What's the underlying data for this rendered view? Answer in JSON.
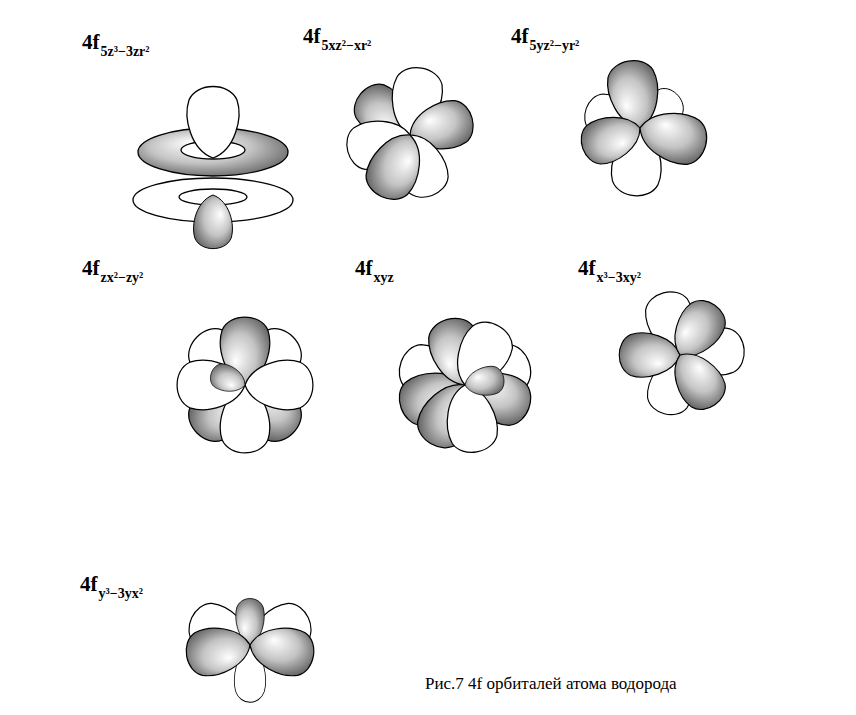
{
  "diagram": {
    "caption": "Рис.7 4f орбиталей атома водорода",
    "labels": [
      "4f",
      "5z³−3zr²",
      "4f",
      "5xz²−xr²",
      "4f",
      "5yz²−yr²",
      "4f",
      "zx²−zy²",
      "4f",
      "xyz",
      "4f",
      "x³−3xy²",
      "4f",
      "y³−3yx²"
    ]
  }
}
